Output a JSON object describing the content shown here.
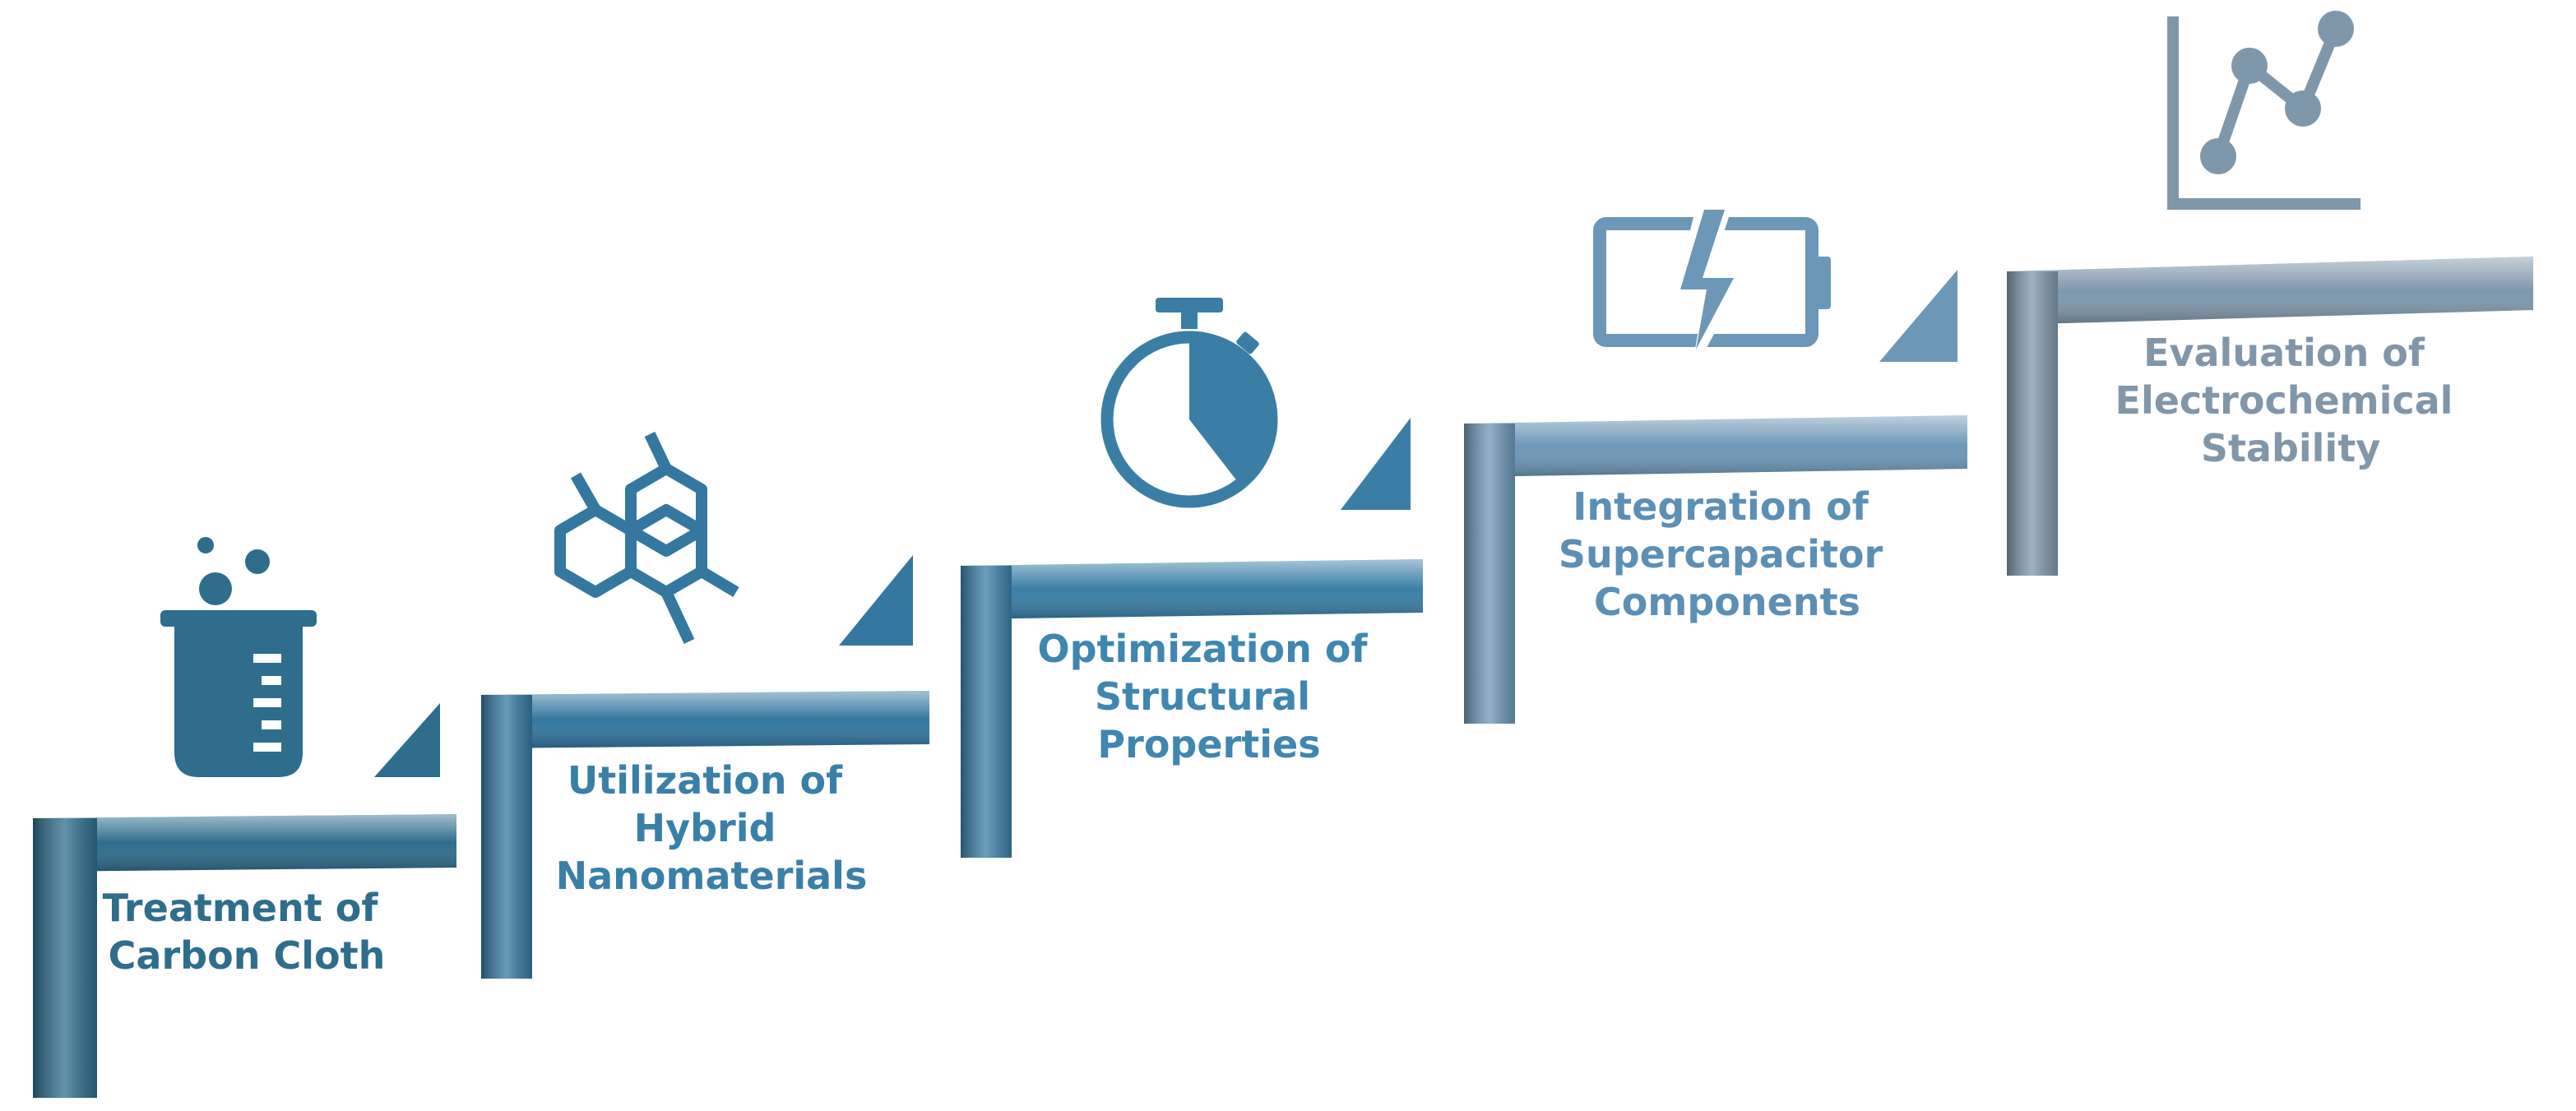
{
  "steps": [
    {
      "label_lines": [
        "Treatment of",
        "Carbon Cloth"
      ],
      "icon": "beaker-icon",
      "color": "#2e6d8c",
      "label_color": "#2e6d8c"
    },
    {
      "label_lines": [
        "Utilization of",
        "Hybrid",
        "Nanomaterials"
      ],
      "icon": "hexagon-molecule-icon",
      "color": "#3477a0",
      "label_color": "#3a7fa8"
    },
    {
      "label_lines": [
        "Optimization of",
        "Structural",
        "Properties"
      ],
      "icon": "stopwatch-icon",
      "color": "#3a7ea6",
      "label_color": "#3f86b0"
    },
    {
      "label_lines": [
        "Integration of",
        "Supercapacitor",
        "Components"
      ],
      "icon": "battery-charging-icon",
      "color": "#6d97b7",
      "label_color": "#5c8fb5"
    },
    {
      "label_lines": [
        "Evaluation of",
        "Electrochemical",
        "Stability"
      ],
      "icon": "line-graph-icon",
      "color": "#7f97ab",
      "label_color": "#8196a8"
    }
  ]
}
